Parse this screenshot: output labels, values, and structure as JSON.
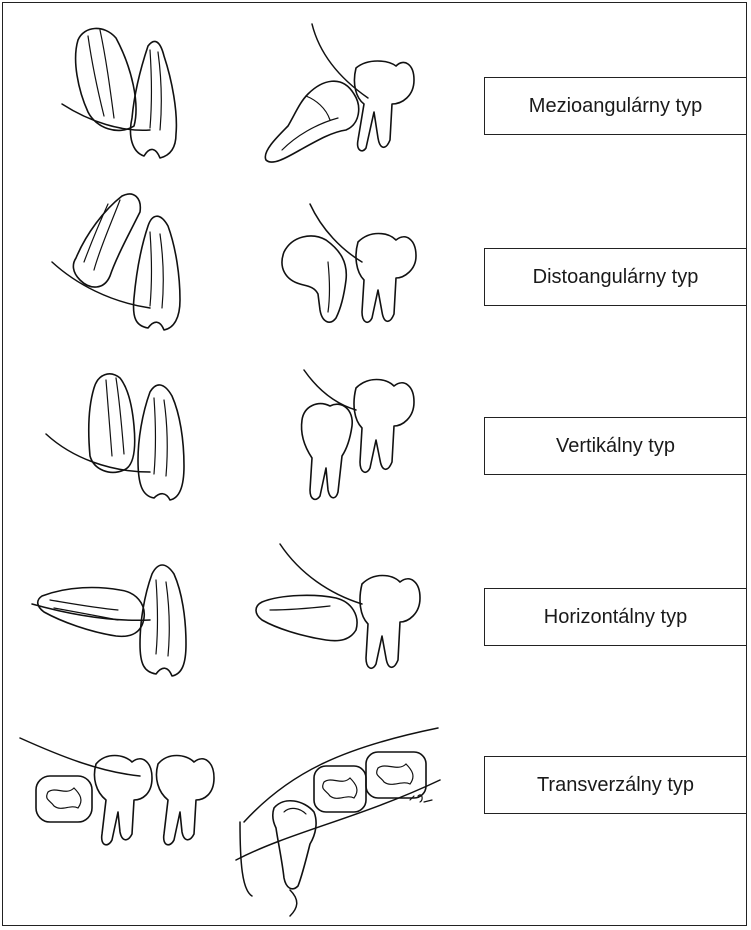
{
  "labels": {
    "mesioangular": "Mezioangulárny typ",
    "distoangular": "Distoangulárny typ",
    "vertical": "Vertikálny typ",
    "horizontal": "Horizontálny typ",
    "transversal": "Transverzálny typ"
  },
  "colors": {
    "line": "#111111",
    "background": "#ffffff"
  }
}
